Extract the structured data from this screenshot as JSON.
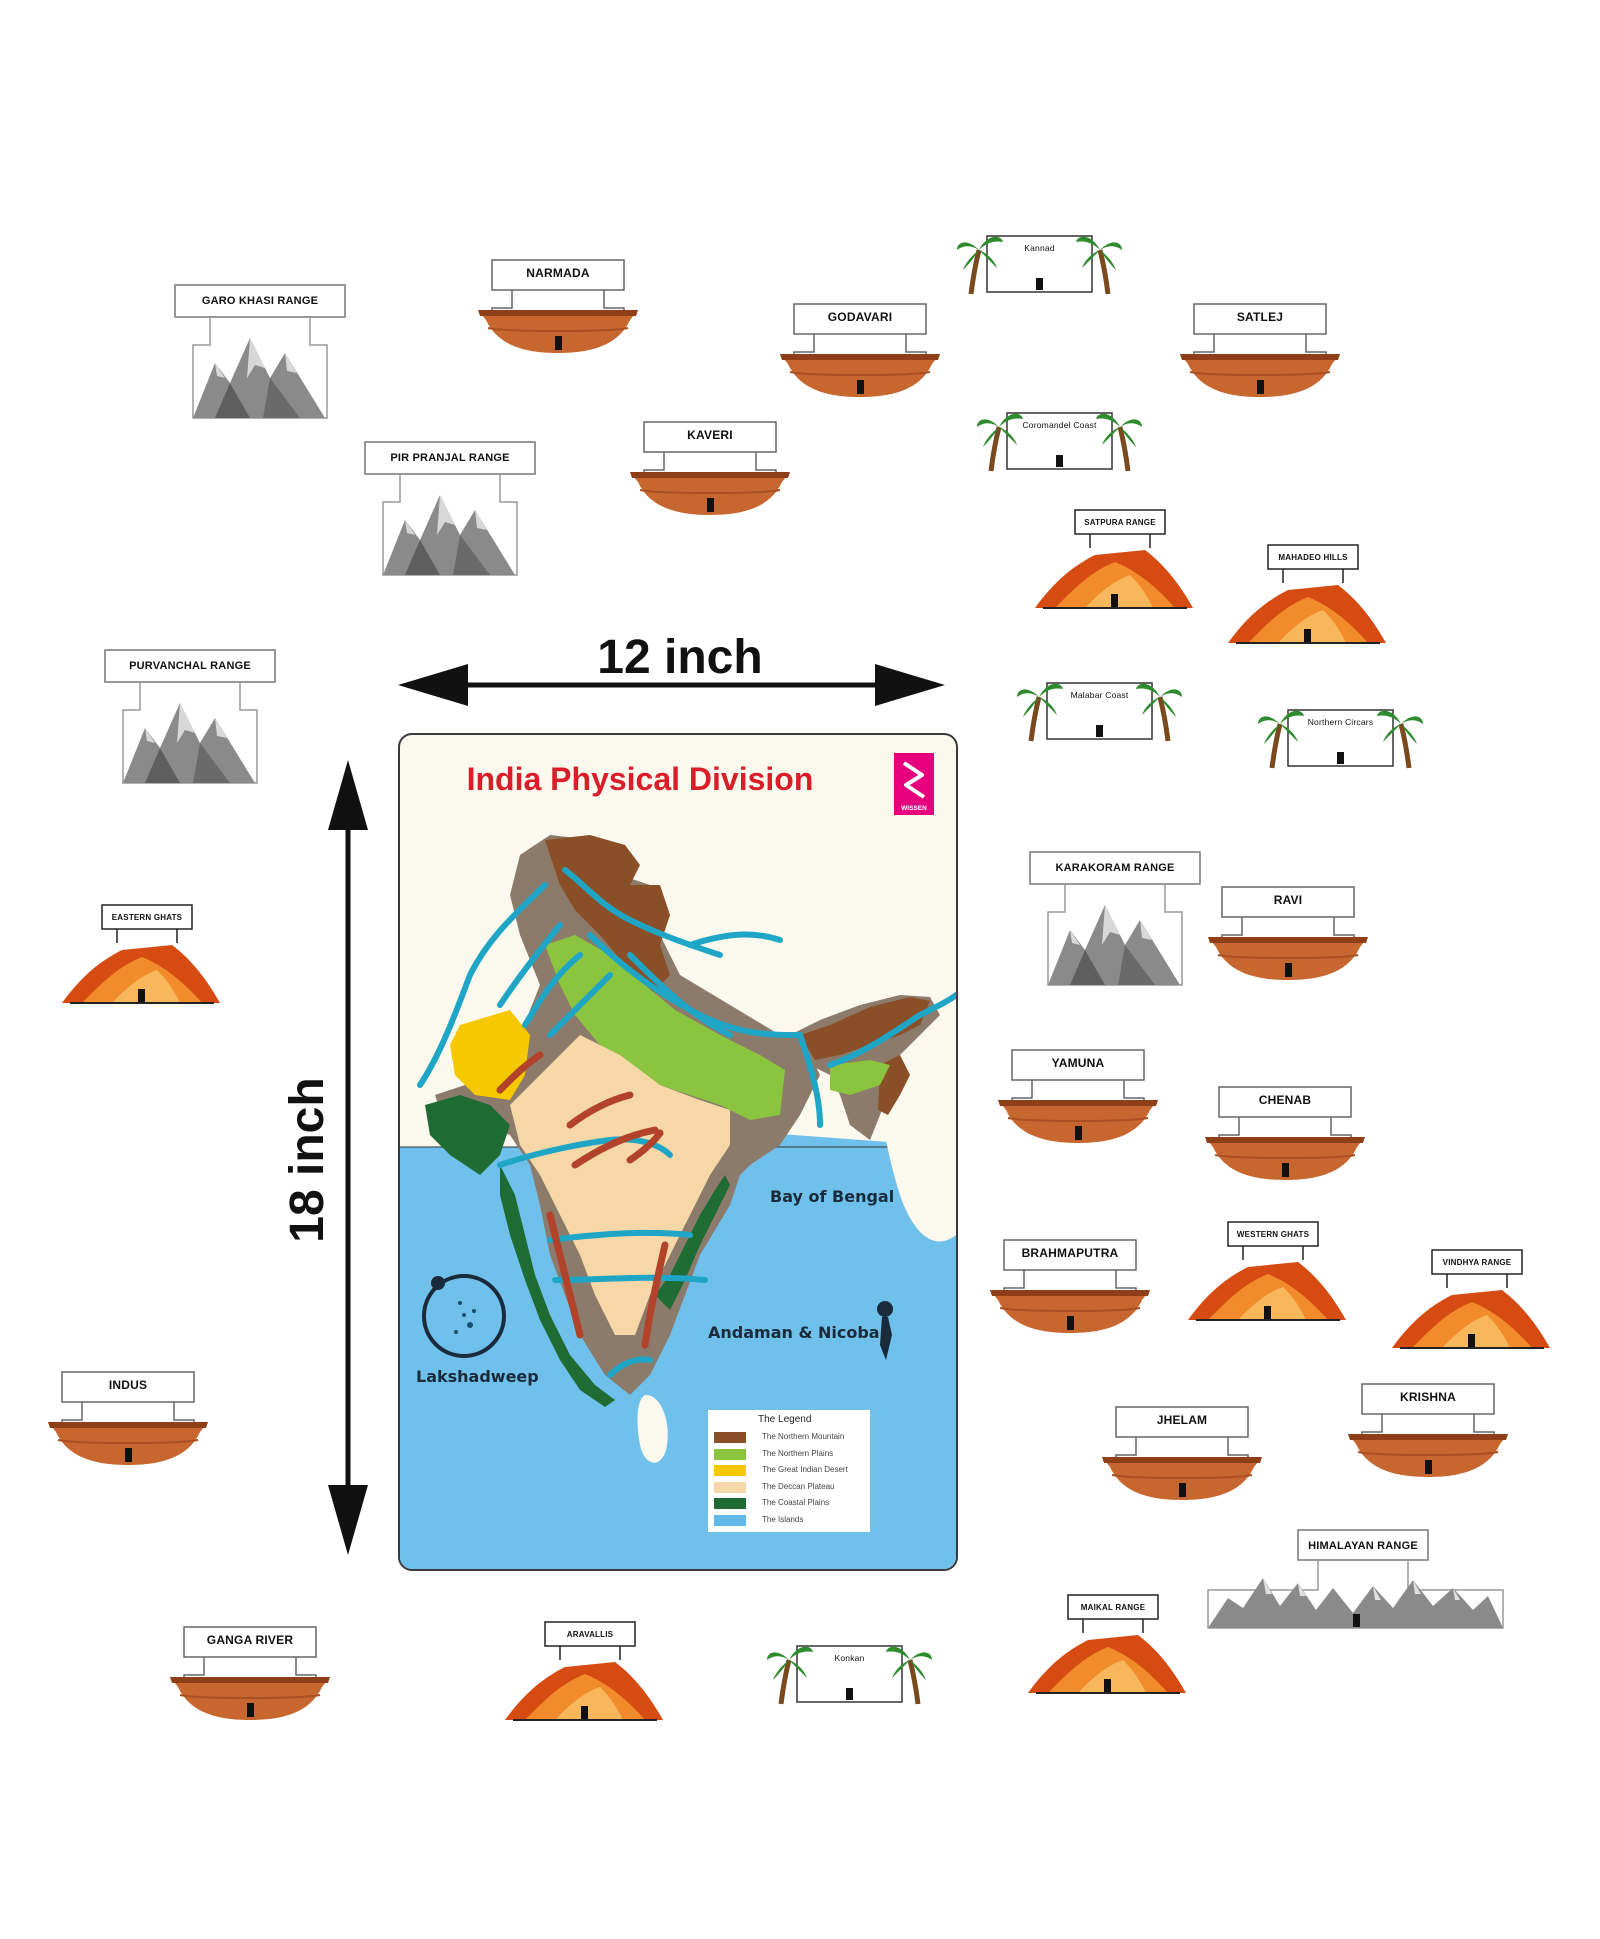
{
  "dimensions": {
    "width_label": "12 inch",
    "height_label": "18 inch"
  },
  "board": {
    "title": "India Physical Division",
    "logo_text": "WISSEN",
    "labels": {
      "bay_of_bengal": "Bay of Bengal",
      "andaman": "Andaman & Nicobar",
      "lakshadweep": "Lakshadweep"
    },
    "legend": {
      "title": "The Legend",
      "items": [
        {
          "label": "The Northern Mountain",
          "color": "#8a4f27"
        },
        {
          "label": "The Northern Plains",
          "color": "#8bc53f"
        },
        {
          "label": "The Great Indian Desert",
          "color": "#f5c800"
        },
        {
          "label": "The Deccan Plateau",
          "color": "#f5d7a8"
        },
        {
          "label": "The Coastal Plains",
          "color": "#1f6b34"
        },
        {
          "label": "The Islands",
          "color": "#5fb8e8"
        }
      ]
    }
  },
  "pieces": {
    "rivers": [
      "NARMADA",
      "GODAVARI",
      "SATLEJ",
      "KAVERI",
      "RAVI",
      "YAMUNA",
      "CHENAB",
      "BRAHMAPUTRA",
      "INDUS",
      "JHELAM",
      "KRISHNA",
      "GANGA RIVER"
    ],
    "grey_ranges": [
      "GARO KHASI RANGE",
      "PIR PRANJAL RANGE",
      "PURVANCHAL RANGE",
      "KARAKORAM RANGE",
      "HIMALAYAN RANGE"
    ],
    "plateau_ranges": [
      "SATPURA RANGE",
      "MAHADEO HILLS",
      "EASTERN GHATS",
      "WESTERN GHATS",
      "VINDHYA RANGE",
      "ARAVALLIS",
      "MAIKAL RANGE"
    ],
    "coasts": [
      "Kannad",
      "Coromandel Coast",
      "Malabar Coast",
      "Northern Circars",
      "Konkan"
    ]
  },
  "colors": {
    "boat": "#c8662f",
    "boat_dark": "#8e3f17",
    "mountain_grey": "#8a8a8a",
    "plateau_orange": "#e86a1e",
    "sea": "#6fc0ea",
    "title_red": "#d91e2a",
    "logo_pink": "#e6007e"
  }
}
